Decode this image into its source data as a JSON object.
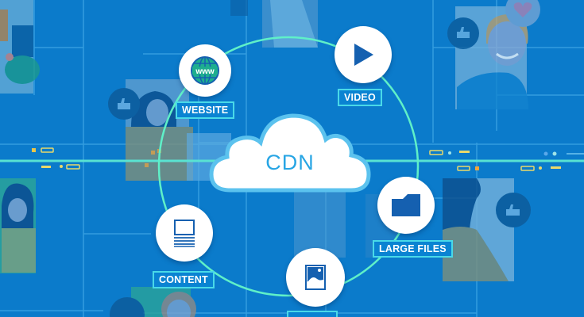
{
  "diagram": {
    "title": "CDN",
    "center_node": {
      "label": "CDN",
      "shape": "cloud",
      "icon": "cloud-icon"
    },
    "nodes": [
      {
        "id": "website",
        "label": "WEBSITE",
        "icon": "globe-www-icon"
      },
      {
        "id": "video",
        "label": "VIDEO",
        "icon": "play-icon"
      },
      {
        "id": "large_files",
        "label": "LARGE FILES",
        "icon": "folder-icon"
      },
      {
        "id": "images",
        "label": "",
        "icon": "image-icon"
      },
      {
        "id": "content",
        "label": "CONTENT",
        "icon": "document-icon"
      }
    ],
    "connections": "ring connecting all nodes around the CDN cloud"
  },
  "background": {
    "people": [
      {
        "position": "top-left",
        "description": "person at desk"
      },
      {
        "position": "left-middle",
        "description": "woman with thumbs-up bubble"
      },
      {
        "position": "left-bottom",
        "description": "woman with dark hair"
      },
      {
        "position": "top-right",
        "description": "man holding phone with thumbs-up and heart bubbles"
      },
      {
        "position": "right-middle",
        "description": "woman profile with thumbs-up bubble"
      },
      {
        "position": "bottom-center-left",
        "description": "woman with brown hair"
      }
    ]
  },
  "colors": {
    "background": "#0b7bcb",
    "ring": "#5ff0c8",
    "tag_border": "#49d9e8",
    "cloud_text": "#27a5e4",
    "icon_blue": "#1560b0",
    "data_dash_yellow": "#e9d96b",
    "data_dot_orange": "#f2a53a"
  }
}
